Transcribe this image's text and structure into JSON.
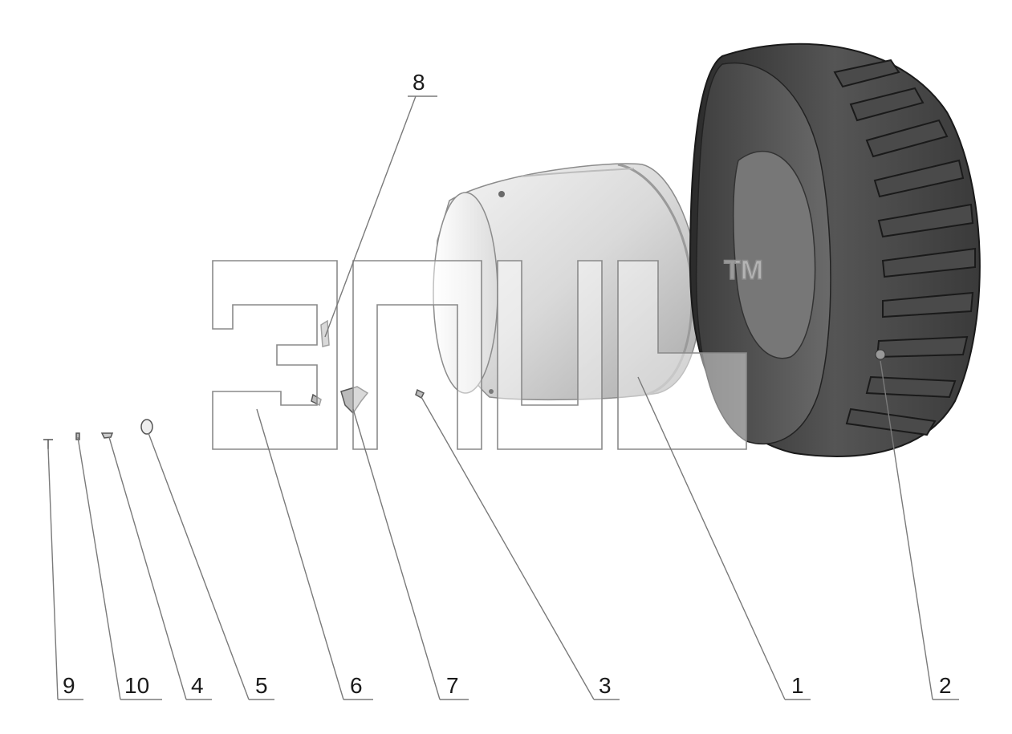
{
  "watermark": {
    "trademark": "TM"
  },
  "callouts": [
    {
      "id": "c8",
      "label": "8"
    },
    {
      "id": "c9",
      "label": "9"
    },
    {
      "id": "c10",
      "label": "10"
    },
    {
      "id": "c4",
      "label": "4"
    },
    {
      "id": "c5",
      "label": "5"
    },
    {
      "id": "c6",
      "label": "6"
    },
    {
      "id": "c7",
      "label": "7"
    },
    {
      "id": "c3",
      "label": "3"
    },
    {
      "id": "c1",
      "label": "1"
    },
    {
      "id": "c2",
      "label": "2"
    }
  ],
  "parts": [
    {
      "name": "tire",
      "icon": "tractor-tire-icon"
    },
    {
      "name": "rim",
      "icon": "wheel-rim-icon"
    },
    {
      "name": "valve",
      "icon": "valve-icon"
    }
  ]
}
